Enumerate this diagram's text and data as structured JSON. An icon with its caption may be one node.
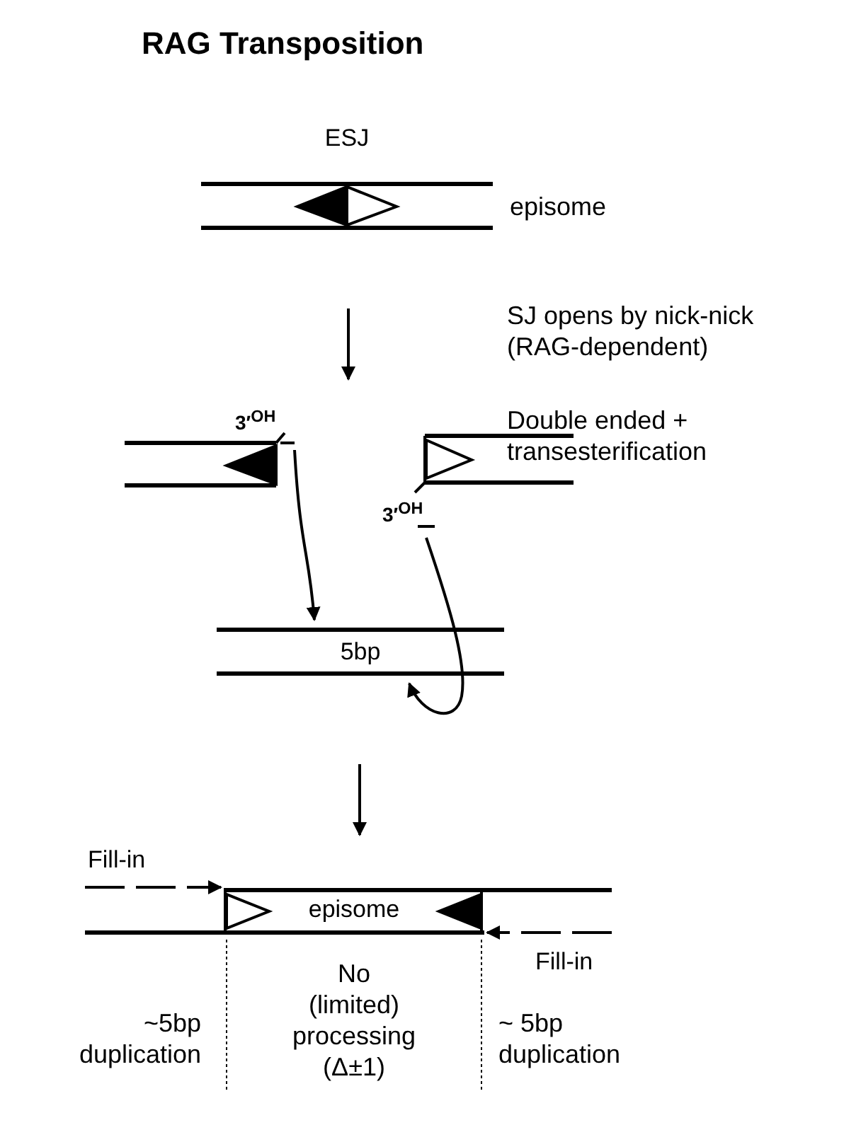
{
  "diagram": {
    "title": "RAG Transposition",
    "nodes": [
      {
        "text": [
          "ESJ"
        ],
        "beside": [
          "episome"
        ]
      },
      {
        "text": [
          "3′$^{OH}$"
        ]
      },
      {
        "text": [
          "3′$^{OH}$"
        ]
      },
      {
        "text": [
          "5bp"
        ]
      },
      {
        "text": [
          "episome"
        ]
      }
    ],
    "edges": [
      {
        "from": 1,
        "to": 3,
        "arrow": "to"
      },
      {
        "from": 2,
        "to": 3,
        "arrow": "to"
      },
      {
        "from": null,
        "to": 4,
        "arrow": "to",
        "style": "dashed",
        "label": "Fill-in"
      },
      {
        "from": null,
        "to": 4,
        "arrow": "to",
        "style": "dashed",
        "label": "Fill-in"
      }
    ],
    "labels": [
      "SJ opens by nick-nick (RAG-dependent)",
      "Double ended + transesterification",
      "~5bp duplication",
      "No (limited) processing (Δ±1)",
      "~ 5bp duplication"
    ]
  }
}
